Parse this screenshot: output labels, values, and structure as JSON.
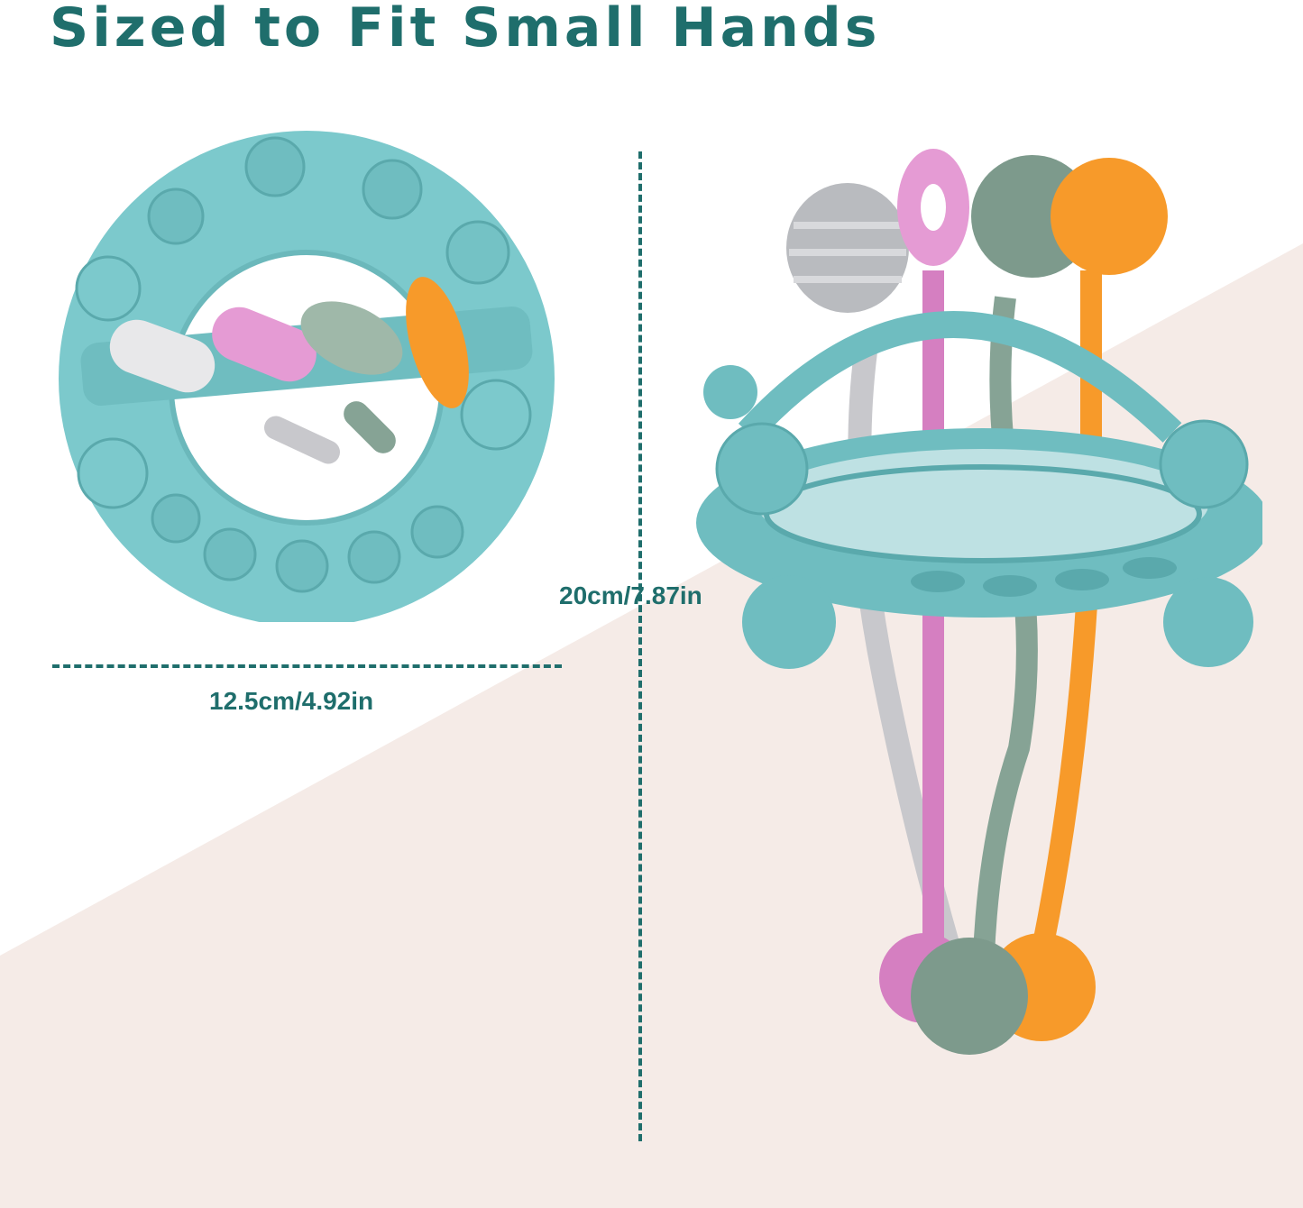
{
  "title": "Sized to Fit Small Hands",
  "dimensions": {
    "width_label": "12.5cm/4.92in",
    "height_label": "20cm/7.87in"
  },
  "colors": {
    "title": "#1f6e6c",
    "background_wedge": "#f5ebe7",
    "toy_teal": "#7cc9cc",
    "toy_pink": "#d57fc1",
    "toy_orange": "#f79a2a",
    "toy_sage": "#86a395",
    "toy_grey": "#c8c8cc"
  }
}
